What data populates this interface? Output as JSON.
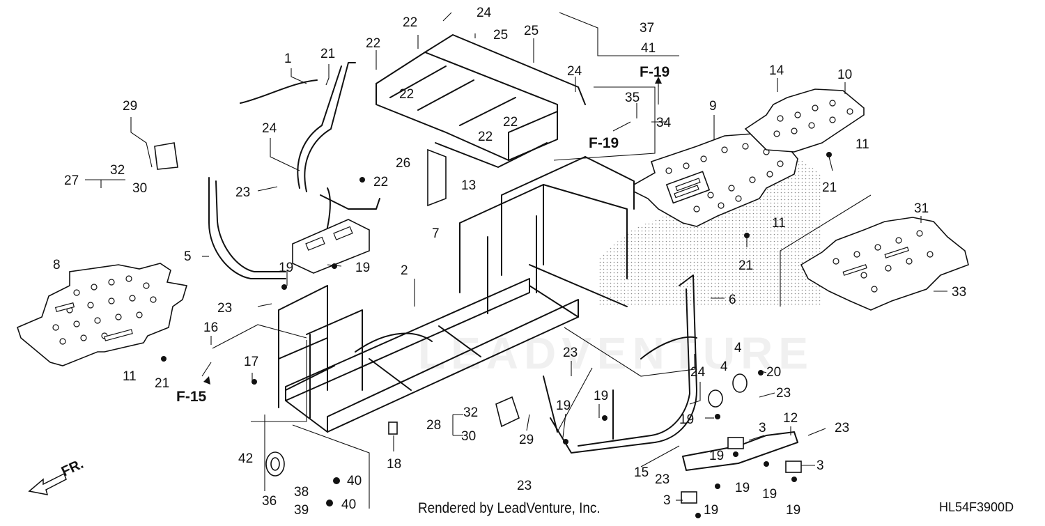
{
  "diagram": {
    "credit": "Rendered by LeadVenture, Inc.",
    "code": "HL54F3900D",
    "watermark": "LEADVENTURE",
    "front_label": "FR.",
    "refs": [
      "F-19",
      "F-19",
      "F-15"
    ],
    "callouts": [
      "1",
      "21",
      "29",
      "27",
      "32",
      "30",
      "24",
      "23",
      "5",
      "22",
      "19",
      "19",
      "23",
      "8",
      "11",
      "21",
      "16",
      "17",
      "42",
      "36",
      "38",
      "39",
      "40",
      "40",
      "2",
      "18",
      "28",
      "32",
      "30",
      "29",
      "22",
      "22",
      "24",
      "25",
      "25",
      "22",
      "22",
      "22",
      "13",
      "26",
      "7",
      "37",
      "41",
      "24",
      "35",
      "34",
      "9",
      "14",
      "10",
      "11",
      "21",
      "11",
      "21",
      "31",
      "33",
      "6",
      "23",
      "23",
      "19",
      "19",
      "19",
      "4",
      "4",
      "20",
      "24",
      "23",
      "23",
      "12",
      "3",
      "3",
      "3",
      "15",
      "23",
      "19",
      "19",
      "19",
      "19",
      "19"
    ]
  }
}
